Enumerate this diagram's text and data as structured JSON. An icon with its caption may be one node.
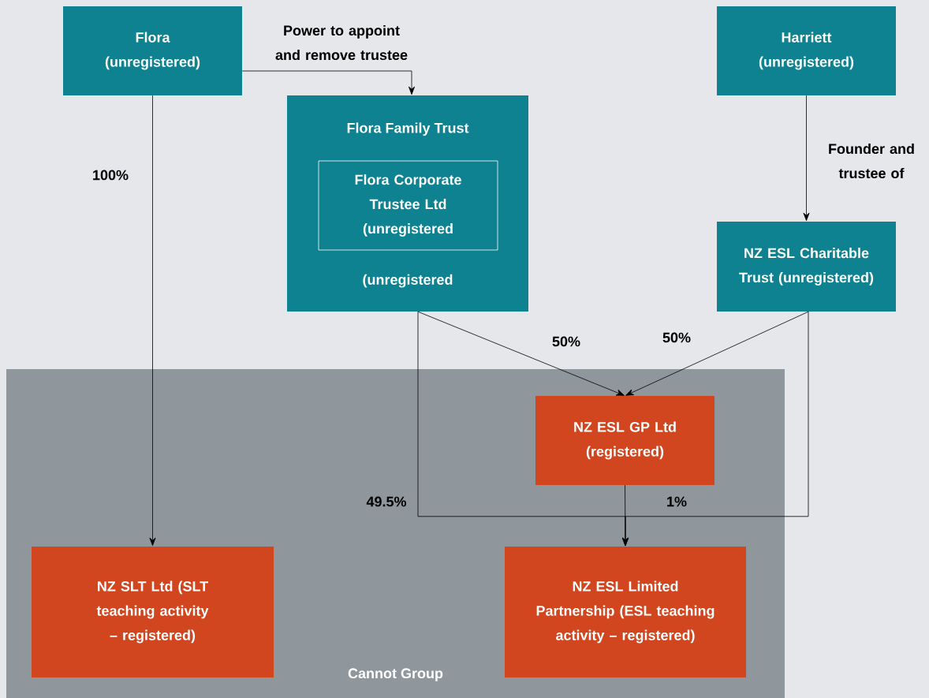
{
  "diagram": {
    "nodes": [
      {
        "text": [
          "Flora (unregistered)"
        ]
      },
      {
        "text": [
          "Harriett (unregistered)"
        ]
      },
      {
        "text": [
          "Flora Family Trust",
          "(unregistered"
        ]
      },
      {
        "text": [
          "Flora Corporate Trustee Ltd (unregistered"
        ],
        "in": 2
      },
      {
        "text": [
          "NZ ESL Charitable Trust (unregistered)"
        ]
      },
      {
        "text": [
          "Cannot Group"
        ]
      },
      {
        "text": [
          "NZ ESL GP Ltd (registered)"
        ],
        "in": 5
      },
      {
        "text": [
          "NZ SLT Ltd (SLT teaching activity – registered)"
        ],
        "in": 5
      },
      {
        "text": [
          "NZ ESL Limited Partnership (ESL teaching activity – registered)"
        ],
        "in": 5
      }
    ],
    "edges": [
      {
        "from": 0,
        "to": 2,
        "arrow": "to",
        "label": "Power to appoint and remove trustee"
      },
      {
        "from": 0,
        "to": 7,
        "arrow": "to",
        "label": "100%"
      },
      {
        "from": 1,
        "to": 4,
        "arrow": "to",
        "label": "Founder and trustee of"
      },
      {
        "from": 2,
        "to": 6,
        "arrow": "to",
        "label": "50%"
      },
      {
        "from": 4,
        "to": 6,
        "arrow": "to",
        "label": "50%"
      },
      {
        "from": 2,
        "to": 8,
        "arrow": "to",
        "label": "49.5%"
      },
      {
        "from": 4,
        "to": 8,
        "arrow": "to",
        "label": "1%"
      },
      {
        "from": 6,
        "to": 8,
        "arrow": "to"
      }
    ]
  }
}
